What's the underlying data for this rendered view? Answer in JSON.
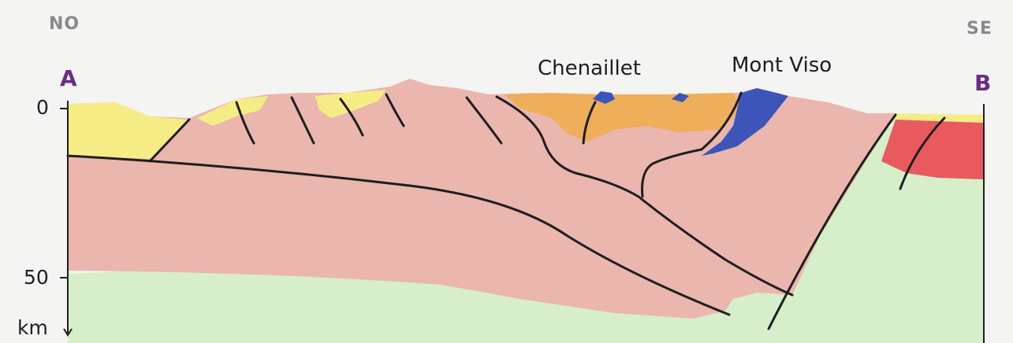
{
  "orientation": {
    "left": "NO",
    "right": "SE"
  },
  "endpoints": {
    "start": "A",
    "end": "B"
  },
  "places": [
    "Chenaillet",
    "Mont Viso"
  ],
  "depth_axis": {
    "ticks": [
      "0",
      "50"
    ],
    "unit": "km"
  },
  "colors": {
    "background": "#f4f4f2",
    "crust": "#eab6ae",
    "mantle": "#d6eec9",
    "sediment_yellow": "#f6ec86",
    "oceanic_sediment_orange": "#eeae5a",
    "ophiolite_blue": "#3d55b8",
    "red_unit": "#e85a5e",
    "fault_line": "#1e1e1e",
    "endpoint_label": "#6b2c86"
  }
}
